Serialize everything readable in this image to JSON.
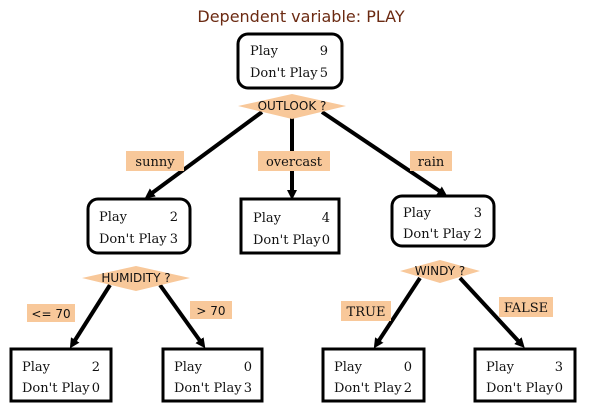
{
  "title": "Dependent variable: PLAY",
  "nodes": {
    "root": {
      "play_label": "Play",
      "play_count": "9",
      "dontplay_label": "Don't Play",
      "dontplay_count": "5"
    },
    "sunny": {
      "play_label": "Play",
      "play_count": "2",
      "dontplay_label": "Don't Play",
      "dontplay_count": "3"
    },
    "overcast": {
      "play_label": "Play",
      "play_count": "4",
      "dontplay_label": "Don't Play",
      "dontplay_count": "0"
    },
    "rain": {
      "play_label": "Play",
      "play_count": "3",
      "dontplay_label": "Don't Play",
      "dontplay_count": "2"
    },
    "hum_le70": {
      "play_label": "Play",
      "play_count": "2",
      "dontplay_label": "Don't Play",
      "dontplay_count": "0"
    },
    "hum_gt70": {
      "play_label": "Play",
      "play_count": "0",
      "dontplay_label": "Don't Play",
      "dontplay_count": "3"
    },
    "windy_true": {
      "play_label": "Play",
      "play_count": "0",
      "dontplay_label": "Don't Play",
      "dontplay_count": "2"
    },
    "windy_false": {
      "play_label": "Play",
      "play_count": "3",
      "dontplay_label": "Don't Play",
      "dontplay_count": "0"
    }
  },
  "splits": {
    "outlook": "OUTLOOK ?",
    "humidity": "HUMIDITY ?",
    "windy": "WINDY ?"
  },
  "edges": {
    "sunny": "sunny",
    "overcast": "overcast",
    "rain": "rain",
    "le70": "<= 70",
    "gt70": "> 70",
    "true": "TRUE",
    "false": "FALSE"
  },
  "colors": {
    "title": "#6b2a12",
    "tag_fill": "#f8c89a",
    "line": "#000000"
  }
}
